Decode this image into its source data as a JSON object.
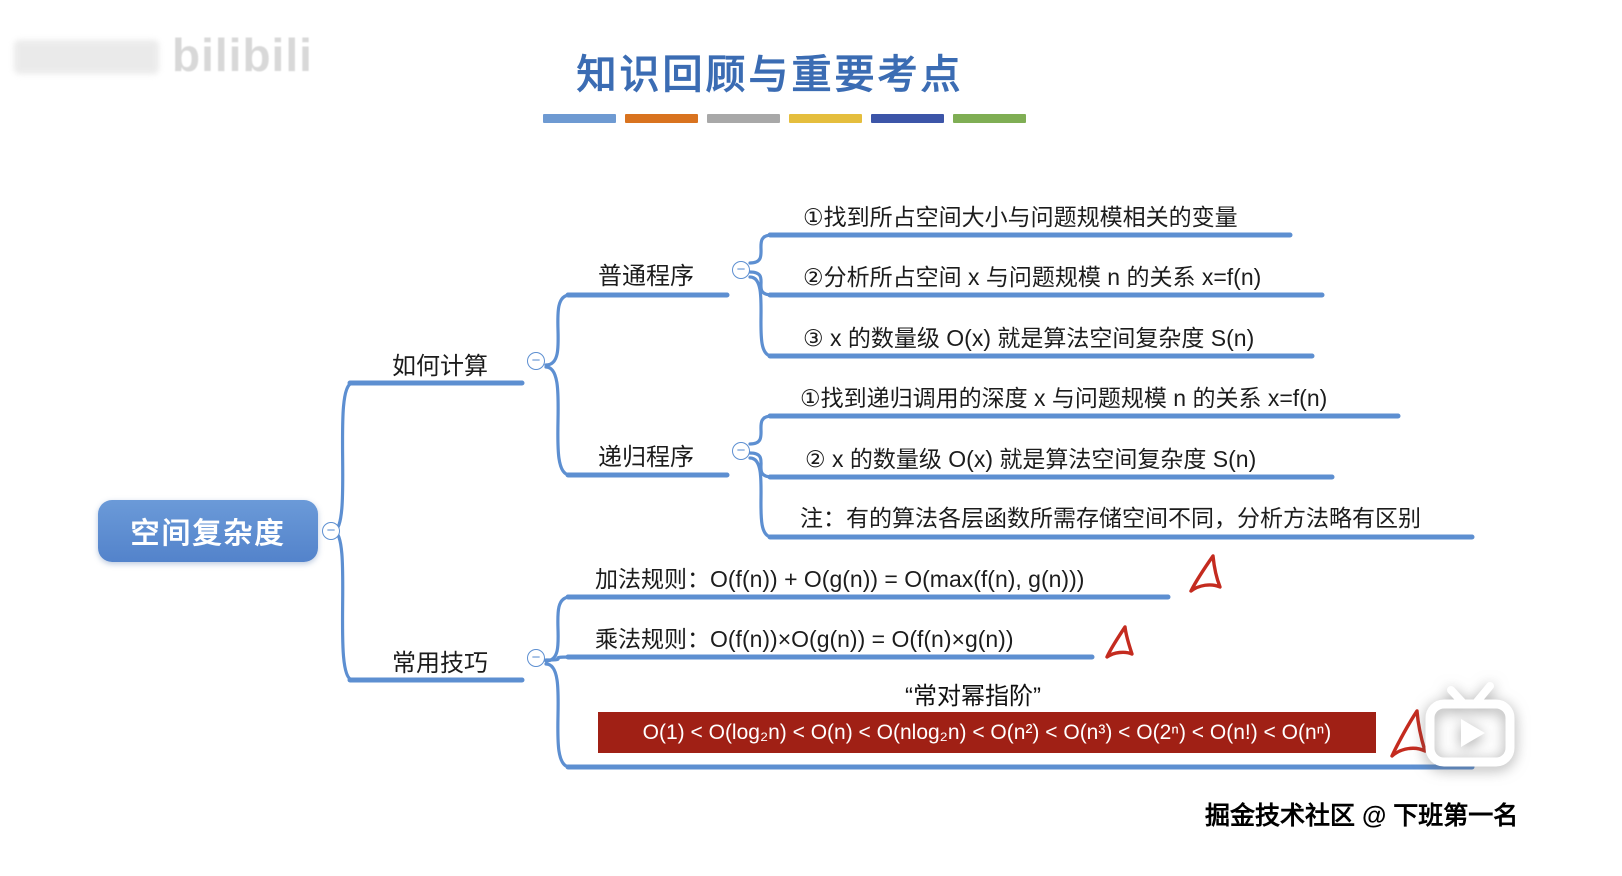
{
  "title": "知识回顾与重要考点",
  "legend_colors": [
    "#6e9ad2",
    "#d9731f",
    "#a8a8a8",
    "#e5be3d",
    "#3c55a8",
    "#7fae54"
  ],
  "icons": {
    "collapse": "−"
  },
  "watermark": {
    "logo_text": "bilibili"
  },
  "credit": "掘金技术社区 @ 下班第一名",
  "colors": {
    "line_blue": "#5d8fd1",
    "root_fill": "#5b8cd0",
    "title_blue": "#3b6cb3",
    "highlight_red": "#a02015",
    "annotation_red": "#c42b1f"
  },
  "mindmap": {
    "root": "空间复杂度",
    "how": {
      "label": "如何计算",
      "normal": {
        "label": "普通程序",
        "items": [
          "①找到所占空间大小与问题规模相关的变量",
          "②分析所占空间 x 与问题规模 n 的关系 x=f(n)",
          "③ x 的数量级 O(x) 就是算法空间复杂度 S(n)"
        ]
      },
      "recursive": {
        "label": "递归程序",
        "items": [
          "①找到递归调用的深度 x 与问题规模 n 的关系 x=f(n)",
          "② x 的数量级 O(x) 就是算法空间复杂度 S(n)",
          "注：有的算法各层函数所需存储空间不同，分析方法略有区别"
        ]
      }
    },
    "tricks": {
      "label": "常用技巧",
      "addition_rule": "加法规则：O(f(n)) + O(g(n)) = O(max(f(n), g(n)))",
      "multiplication_rule": "乘法规则：O(f(n))×O(g(n)) = O(f(n)×g(n))",
      "order_quote": "“常对幂指阶”",
      "order_chain": "O(1) < O(log₂n) < O(n) < O(nlog₂n) < O(n²) < O(n³) < O(2ⁿ) < O(n!) < O(nⁿ)"
    }
  }
}
